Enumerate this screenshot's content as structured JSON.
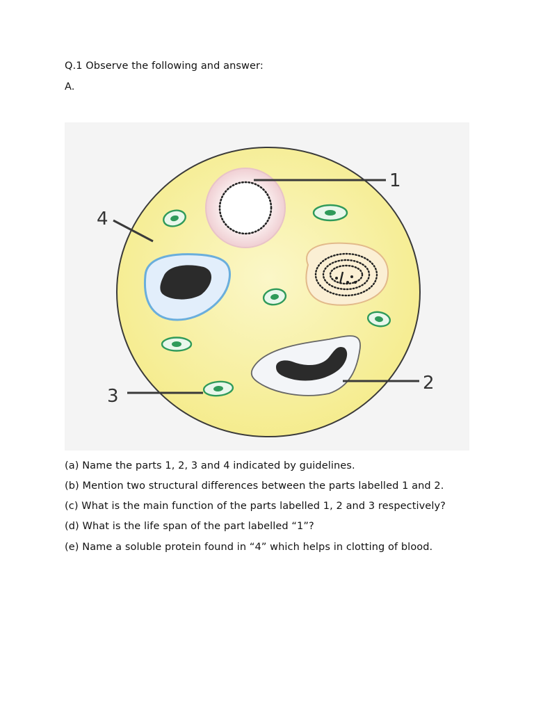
{
  "heading": "Q.1 Observe the following and answer:",
  "section": "A.",
  "figure": {
    "labels": [
      "1",
      "2",
      "3",
      "4"
    ],
    "colors": {
      "panel": "#f4f4f4",
      "plasma": "#f7f09a",
      "rbc": "#2f9a5a",
      "outline": "#333333"
    }
  },
  "questions": [
    "(a) Name the parts 1, 2, 3 and 4 indicated by guidelines.",
    "(b) Mention two structural differences between the parts labelled 1 and 2.",
    "(c) What is the main function of the parts labelled 1, 2 and 3 respectively?",
    "(d) What is the life span of the part labelled “1”?",
    "(e) Name a soluble protein found in “4” which helps in clotting of blood."
  ]
}
